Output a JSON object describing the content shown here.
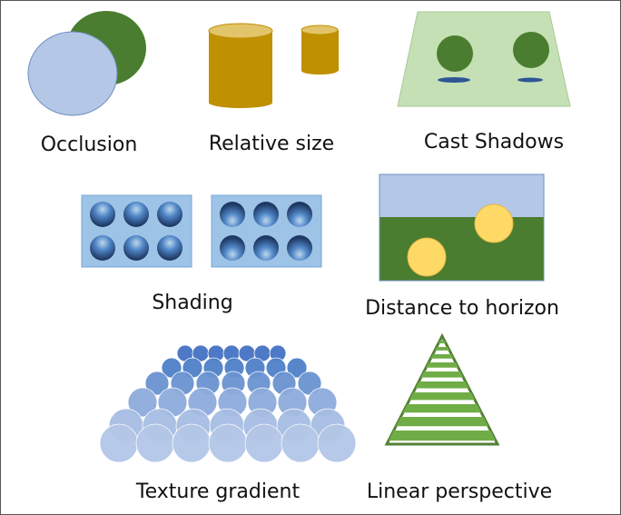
{
  "labels": {
    "occlusion": "Occlusion",
    "relative_size": "Relative size",
    "cast_shadows": "Cast Shadows",
    "shading": "Shading",
    "distance_to_horizon": "Distance to horizon",
    "texture_gradient": "Texture gradient",
    "linear_perspective": "Linear perspective"
  },
  "colors": {
    "green": "#4a7d2f",
    "light_blue": "#b4c7e7",
    "gold": "#bf9000",
    "gold_light": "#e2c46a",
    "pale_green": "#c5e0b4",
    "yellow": "#ffd966",
    "sky": "#b4c7e7",
    "panel_blue": "#9dc3e6",
    "blue_dark": "#2f5597"
  }
}
